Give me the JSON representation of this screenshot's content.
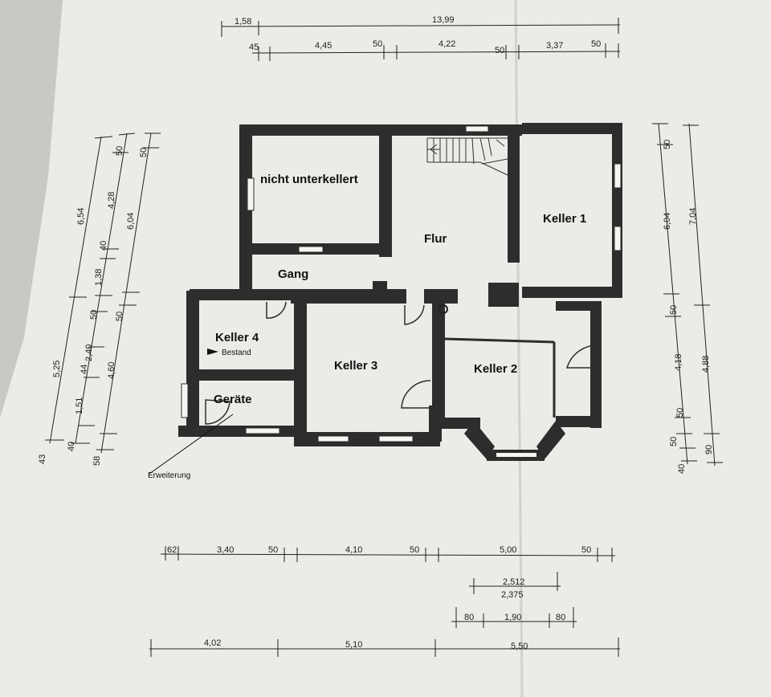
{
  "rooms": {
    "nicht_unterkellert": "nicht unterkellert",
    "flur": "Flur",
    "keller1": "Keller 1",
    "gang": "Gang",
    "keller4": "Keller 4",
    "bestand": "Bestand",
    "keller3": "Keller 3",
    "keller2": "Keller 2",
    "geraete": "Geräte",
    "erweiterung": "Erweiterung"
  },
  "dims": {
    "top1": [
      "1,58",
      "13,99"
    ],
    "top2": [
      "45",
      "4,45",
      "50",
      "4,22",
      "50",
      "3,37",
      "50"
    ],
    "left1": [
      "6,54",
      "5,25",
      "43"
    ],
    "left2": [
      "50",
      "4,28",
      "40",
      "1,38",
      "50",
      "2,40",
      "44",
      "1,51",
      "40"
    ],
    "left3": [
      "50",
      "6,04",
      "50",
      "4,60",
      "58"
    ],
    "right1": [
      "50",
      "6,04",
      "50",
      "4,18",
      "50",
      "50",
      "40"
    ],
    "right2": [
      "7,04",
      "4,88",
      "90"
    ],
    "bottom1": [
      "62",
      "3,40",
      "50",
      "4,10",
      "50",
      "5,00",
      "50"
    ],
    "bottom2": [
      "2,512",
      "2,375"
    ],
    "bottom3": [
      "80",
      "1,90",
      "80"
    ],
    "bottom4": [
      "4,02",
      "5,10",
      "5,50"
    ]
  }
}
